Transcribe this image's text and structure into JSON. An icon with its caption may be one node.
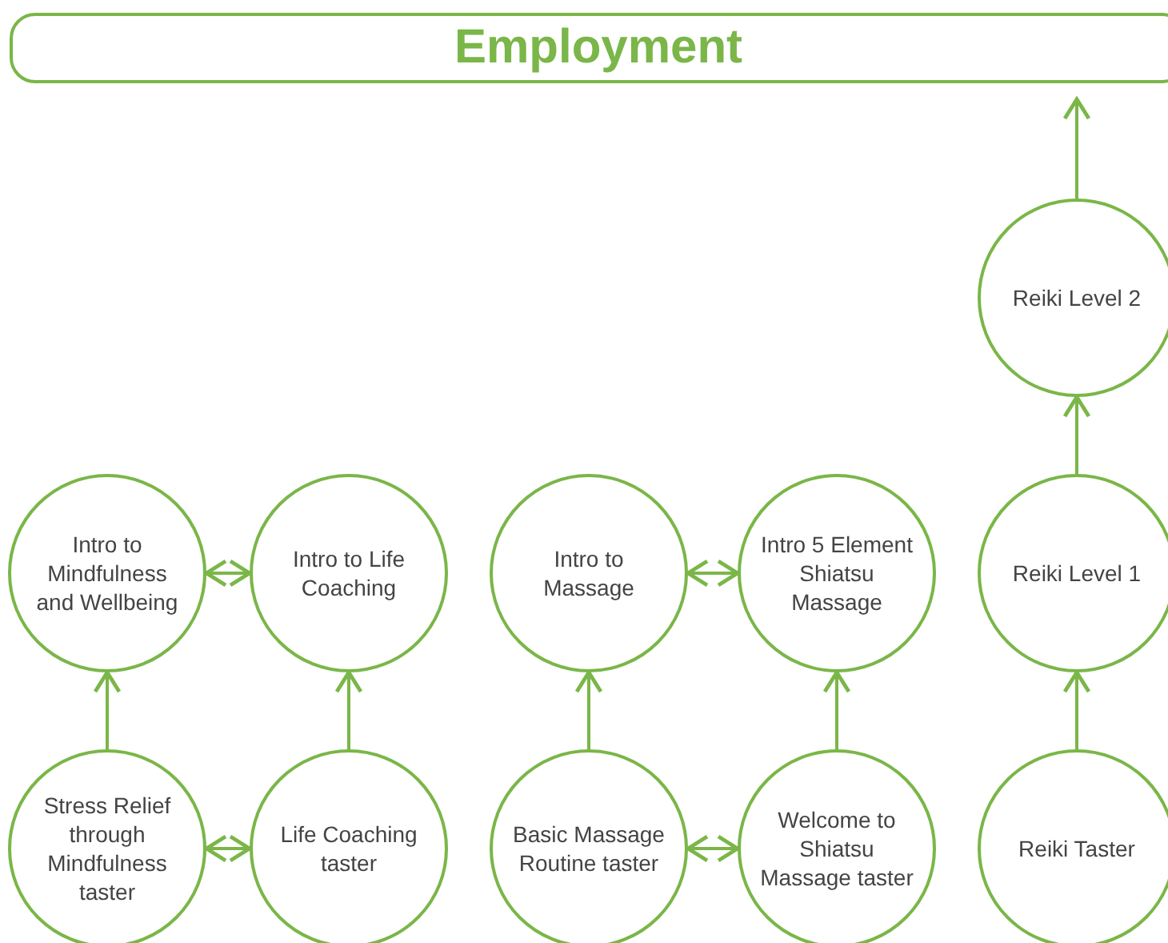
{
  "diagram": {
    "nodes": [
      {
        "text": [
          "Employment"
        ]
      },
      {
        "text": [
          "Reiki Level 2"
        ]
      },
      {
        "text": [
          "Intro to Mindfulness and Wellbeing"
        ]
      },
      {
        "text": [
          "Intro to Life Coaching"
        ]
      },
      {
        "text": [
          "Intro to Massage"
        ]
      },
      {
        "text": [
          "Intro 5 Element Shiatsu Massage"
        ]
      },
      {
        "text": [
          "Reiki Level 1"
        ]
      },
      {
        "text": [
          "Stress Relief through Mindfulness taster"
        ]
      },
      {
        "text": [
          "Life Coaching taster"
        ]
      },
      {
        "text": [
          "Basic Massage Routine taster"
        ]
      },
      {
        "text": [
          "Welcome to Shiatsu Massage taster"
        ]
      },
      {
        "text": [
          "Reiki Taster"
        ]
      }
    ],
    "edges": [
      {
        "from": 1,
        "to": 0,
        "arrow": "to"
      },
      {
        "from": 6,
        "to": 1,
        "arrow": "to"
      },
      {
        "from": 11,
        "to": 6,
        "arrow": "to"
      },
      {
        "from": 7,
        "to": 2,
        "arrow": "to"
      },
      {
        "from": 8,
        "to": 3,
        "arrow": "to"
      },
      {
        "from": 9,
        "to": 4,
        "arrow": "to"
      },
      {
        "from": 10,
        "to": 5,
        "arrow": "to"
      },
      {
        "from": 2,
        "to": 3,
        "arrow": "both"
      },
      {
        "from": 7,
        "to": 8,
        "arrow": "both"
      },
      {
        "from": 4,
        "to": 5,
        "arrow": "both"
      },
      {
        "from": 9,
        "to": 10,
        "arrow": "both"
      }
    ]
  }
}
